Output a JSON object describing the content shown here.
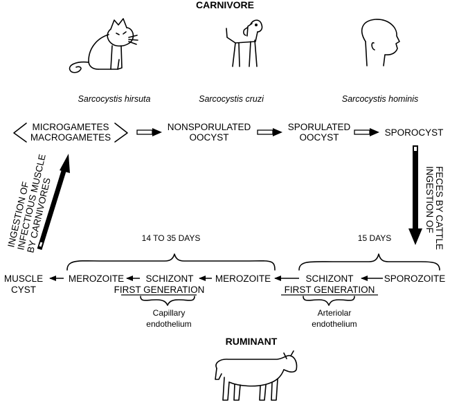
{
  "header": {
    "carnivore": "CARNIVORE",
    "ruminant": "RUMINANT"
  },
  "species": [
    "Sarcocystis hirsuta",
    "Sarcocystis cruzi",
    "Sarcocystis hominis"
  ],
  "carnivore_stages": {
    "micro": "MICROGAMETES",
    "macro": "MACROGAMETES",
    "nonsporulated_1": "NONSPORULATED",
    "nonsporulated_2": "OOCYST",
    "sporulated_1": "SPORULATED",
    "sporulated_2": "OOCYST",
    "sporocyst": "SPOROCYST"
  },
  "transitions": {
    "left_1": "INGESTION OF",
    "left_2": "INFECTIOUS MUSCLE",
    "left_3": "BY CARNIVORES",
    "right_1": "INGESTION OF",
    "right_2": "FECES BY CATTLE"
  },
  "durations": {
    "left": "14 TO 35 DAYS",
    "right": "15 DAYS"
  },
  "ruminant_stages": {
    "muscle_1": "MUSCLE",
    "muscle_2": "CYST",
    "merozoite_a": "MEROZOITE",
    "schizont_a": "SCHIZONT",
    "schizont_a_gen": "FIRST GENERATION",
    "merozoite_b": "MEROZOITE",
    "schizont_b": "SCHIZONT",
    "schizont_b_gen": "FIRST GENERATION",
    "sporozoite": "SPOROZOITE"
  },
  "sites": {
    "capillary_1": "Capillary",
    "capillary_2": "endothelium",
    "arteriolar_1": "Arteriolar",
    "arteriolar_2": "endothelium"
  },
  "icons": [
    "cat-icon",
    "dog-icon",
    "human-head-icon",
    "calf-icon"
  ],
  "colors": {
    "ink": "#000000",
    "background": "#ffffff"
  }
}
